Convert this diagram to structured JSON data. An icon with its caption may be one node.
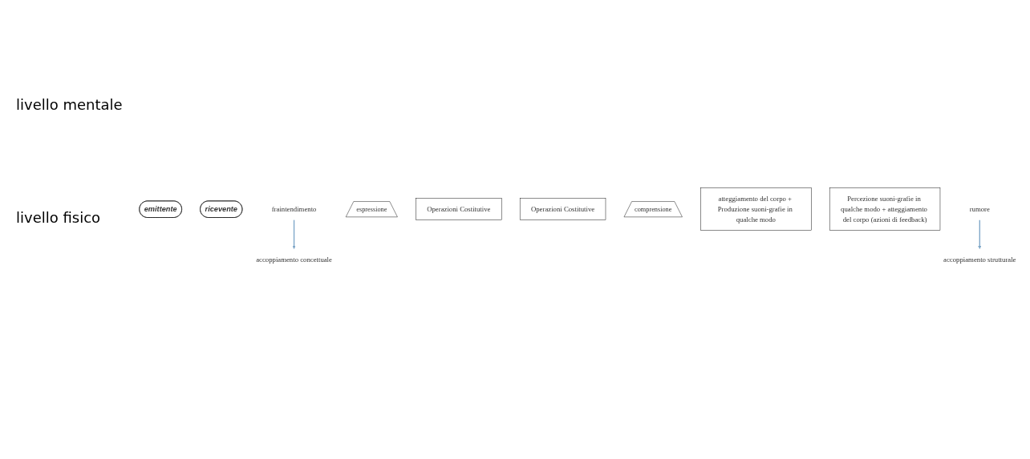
{
  "diagram": {
    "nodes": [
      {
        "text": [
          "emittente"
        ]
      },
      {
        "text": [
          "ricevente"
        ]
      },
      {
        "text": [
          "fraintendimento"
        ]
      },
      {
        "text": [
          "espressione"
        ]
      },
      {
        "text": [
          "Operazioni Costitutive"
        ]
      },
      {
        "text": [
          "accoppiamento concettuale"
        ]
      },
      {
        "text": [
          "Operazioni Costitutive"
        ]
      },
      {
        "text": [
          "comprensione"
        ]
      },
      {
        "text": [
          "atteggiamento del corpo + Produzione suoni-grafie in qualche modo"
        ]
      },
      {
        "text": [
          "accoppiamento strutturale"
        ]
      },
      {
        "text": [
          "Percezione suoni-grafie in qualche modo + atteggiamento del corpo (azioni di feedback)"
        ]
      },
      {
        "text": [
          "rumore"
        ]
      }
    ],
    "edges": [
      {
        "from": 2,
        "to": 5,
        "arrow": "to"
      },
      {
        "from": 11,
        "to": 9,
        "arrow": "to"
      }
    ],
    "labels": [
      "livello mentale",
      "livello fisico"
    ]
  }
}
